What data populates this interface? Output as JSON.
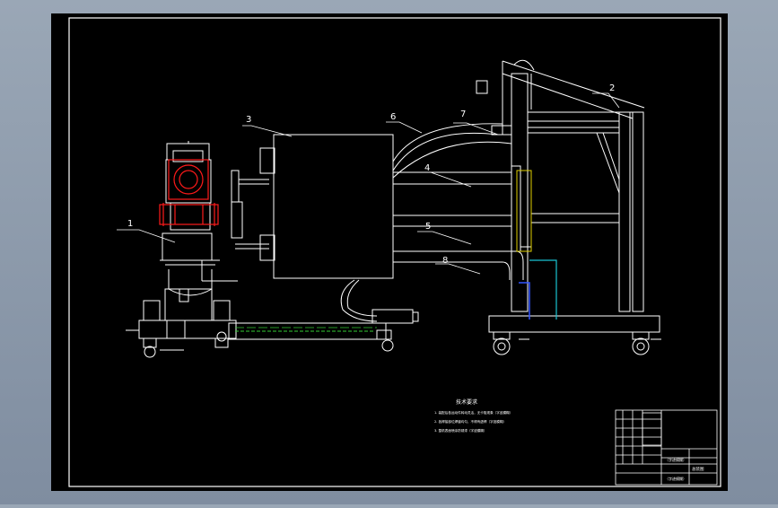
{
  "colors": {
    "app_background": "#8c9aac",
    "sheet": "#000000",
    "linework": "#ffffff",
    "highlight": "#ff1a1a",
    "blue_line": "#3355ff",
    "cyan_line": "#19c3d2",
    "green_line": "#33cc33",
    "yellow_part": "#e0d000"
  },
  "drawing": {
    "part_labels": [
      "1",
      "2",
      "3",
      "4",
      "5",
      "6",
      "7",
      "8"
    ],
    "notes": {
      "title": "技术要求",
      "items": [
        "1. 装配后各运动件转动灵活，无卡阻现象（字迹模糊）",
        "2. 各焊接部位焊缝均匀，不得有虚焊（字迹模糊）",
        "3. 整机表面喷涂防锈漆（字迹模糊）"
      ]
    },
    "title_block": {
      "drawing_name": "总装图",
      "company_text": "（字迹模糊）",
      "drawing_no": "（字迹模糊）"
    }
  }
}
